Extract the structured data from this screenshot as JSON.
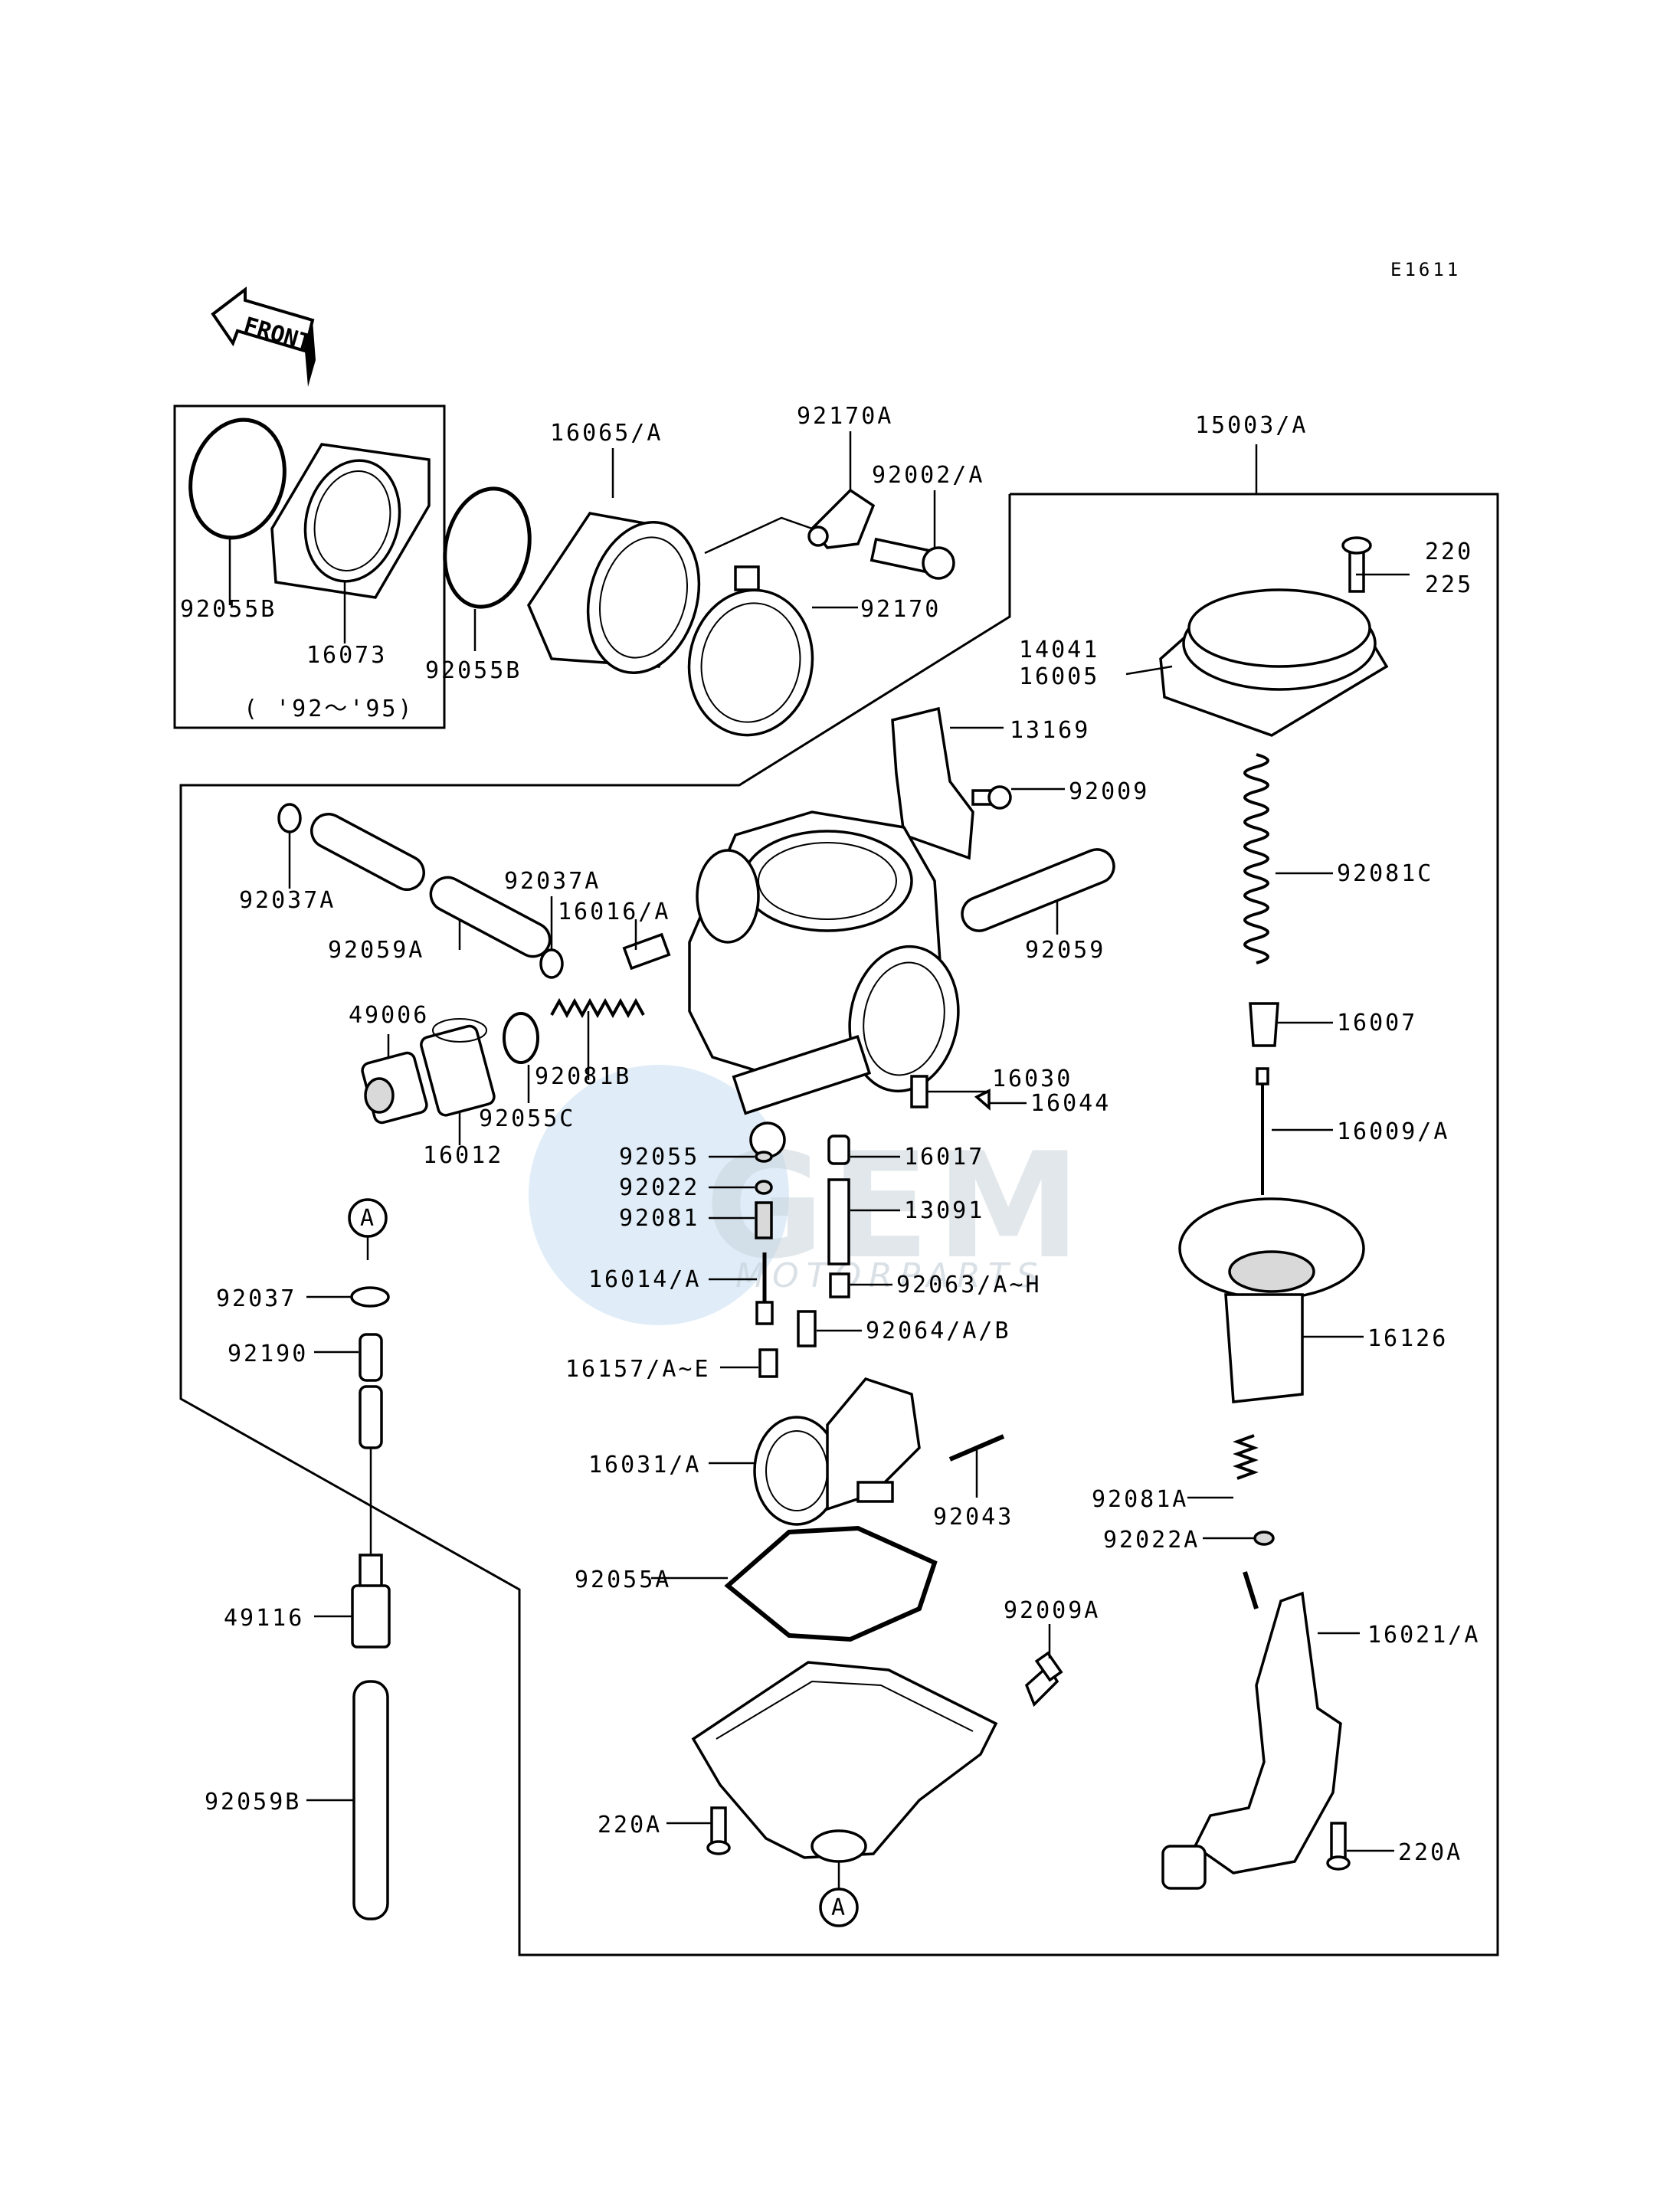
{
  "diagram_code": "E1611",
  "front_label": "FRONT",
  "year_note": "( '92～'95)",
  "callout_A": "A",
  "watermark": {
    "brand": "GEM",
    "sub": "MOTORPARTS"
  },
  "labels": {
    "p16065A": "16065/A",
    "p92170A": "92170A",
    "p15003A": "15003/A",
    "p92002A": "92002/A",
    "p220": "220",
    "p225": "225",
    "p92170": "92170",
    "p92055B_left": "92055B",
    "p16073": "16073",
    "p92055B_mid": "92055B",
    "p14041": "14041",
    "p16005": "16005",
    "p13169": "13169",
    "p92009": "92009",
    "p92037A_left": "92037A",
    "p92037A_mid": "92037A",
    "p92081C": "92081C",
    "p16016A": "16016/A",
    "p92059A": "92059A",
    "p92059": "92059",
    "p49006": "49006",
    "p16007": "16007",
    "p92081B": "92081B",
    "p16030": "16030",
    "p92055C": "92055C",
    "p16044": "16044",
    "p16012": "16012",
    "p16009A": "16009/A",
    "p92055": "92055",
    "p16017": "16017",
    "p92022": "92022",
    "p13091": "13091",
    "p92081": "92081",
    "p16014A": "16014/A",
    "p92063": "92063/A~H",
    "p92037": "92037",
    "p92064": "92064/A/B",
    "p16126": "16126",
    "p92190": "92190",
    "p16157": "16157/A~E",
    "p16031A": "16031/A",
    "p92043": "92043",
    "p92081A": "92081A",
    "p92022A": "92022A",
    "p92055A": "92055A",
    "p49116": "49116",
    "p92009A": "92009A",
    "p16021A": "16021/A",
    "p92059B": "92059B",
    "p220A_left": "220A",
    "p220A_right": "220A"
  }
}
